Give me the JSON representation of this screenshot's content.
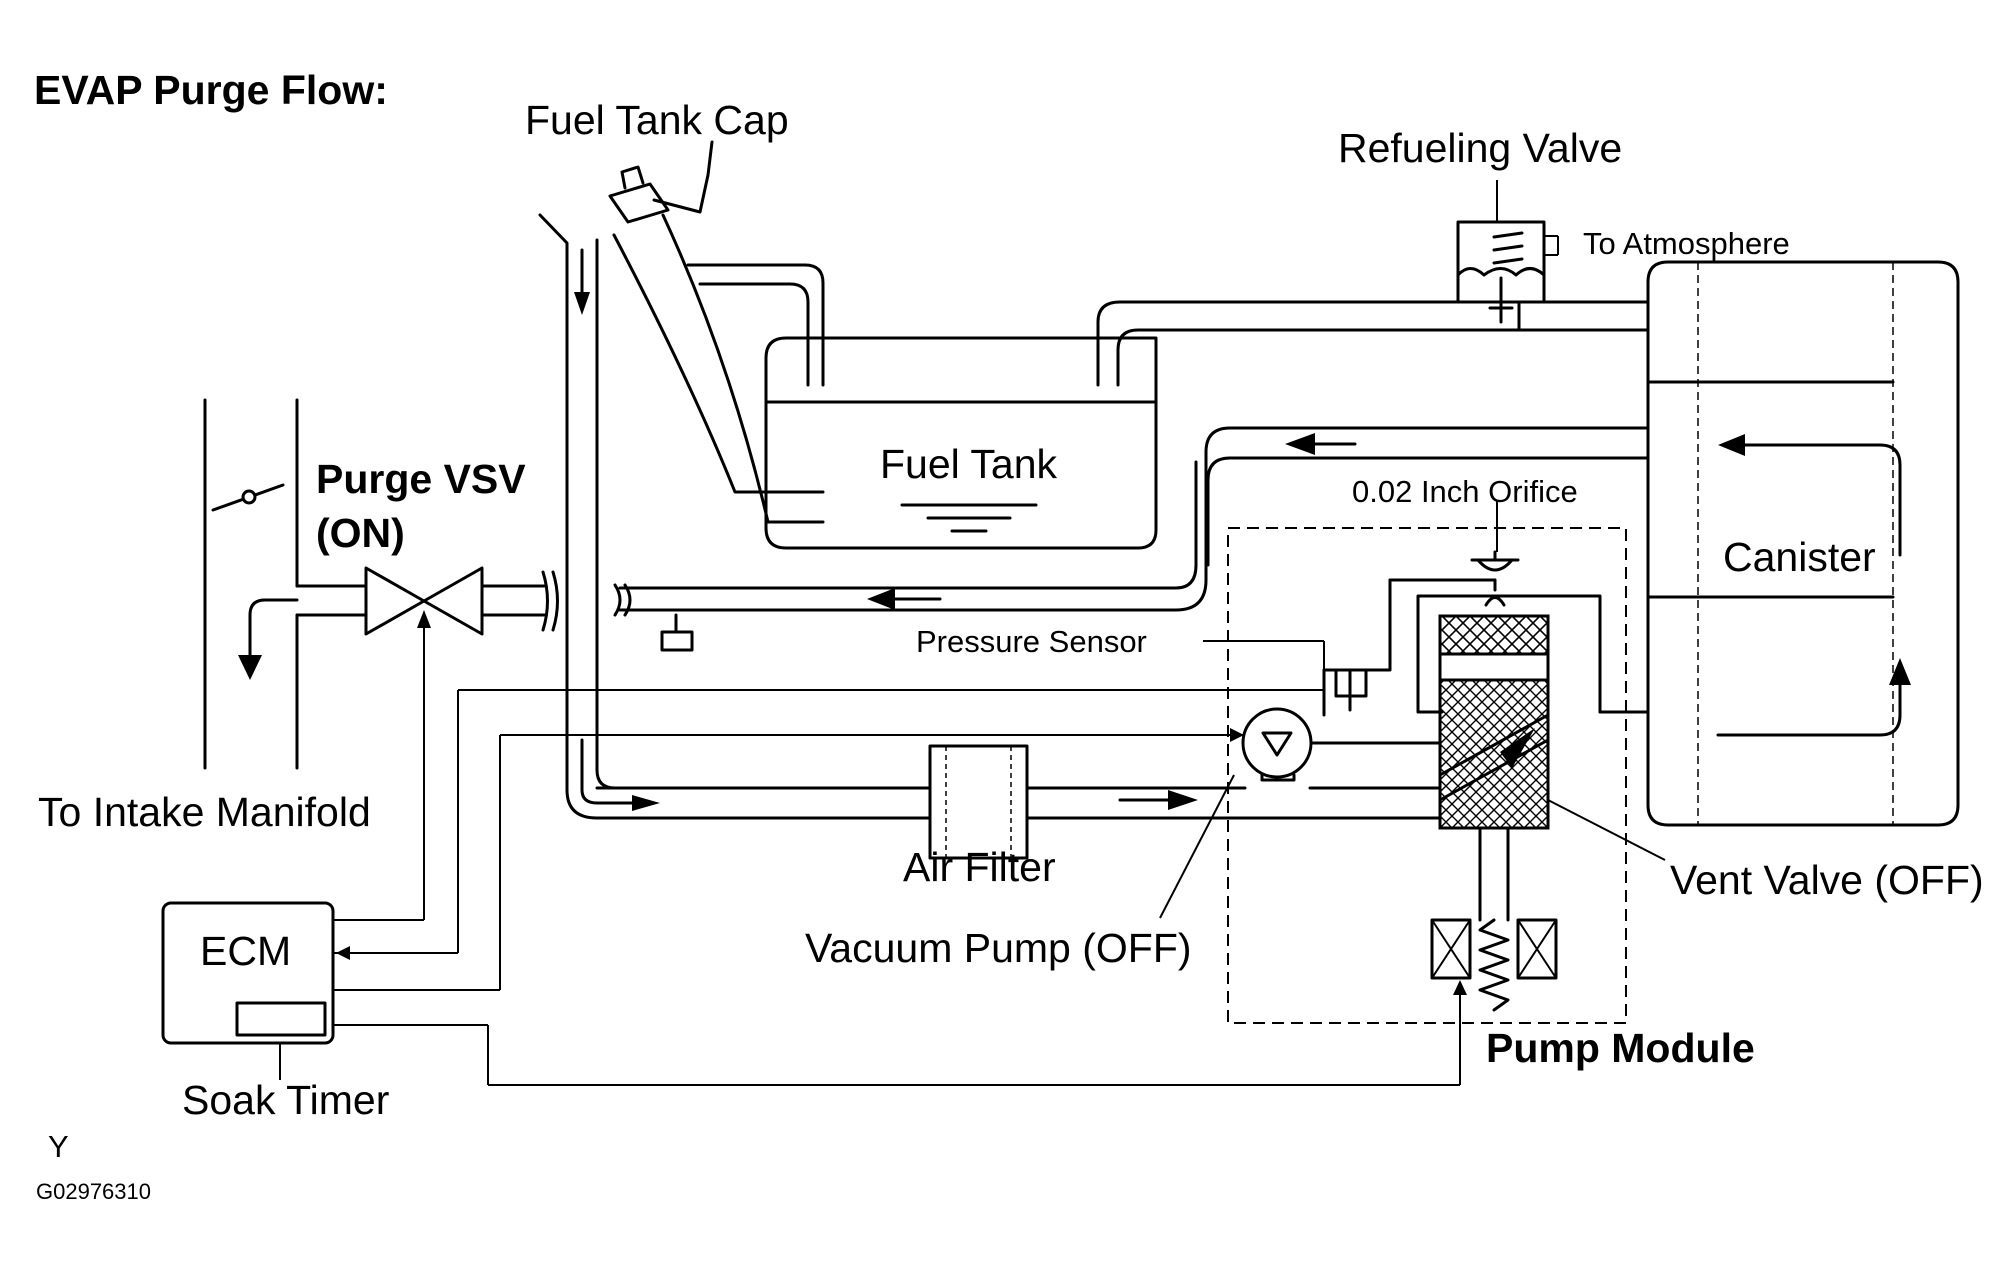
{
  "diagram": {
    "title": "EVAP Purge Flow:",
    "labels": {
      "fuel_tank_cap": "Fuel Tank Cap",
      "refueling_valve": "Refueling Valve",
      "to_atmosphere": "To Atmosphere",
      "purge_vsv_line1": "Purge VSV",
      "purge_vsv_line2": "(ON)",
      "fuel_tank": "Fuel Tank",
      "orifice": "0.02 Inch Orifice",
      "canister": "Canister",
      "pressure_sensor": "Pressure Sensor",
      "to_intake_manifold": "To Intake Manifold",
      "air_filter": "Air Filter",
      "vent_valve": "Vent Valve (OFF)",
      "vacuum_pump": "Vacuum Pump (OFF)",
      "ecm": "ECM",
      "pump_module": "Pump Module",
      "soak_timer": "Soak Timer",
      "corner_letter": "Y",
      "figure_code": "G02976310"
    }
  }
}
